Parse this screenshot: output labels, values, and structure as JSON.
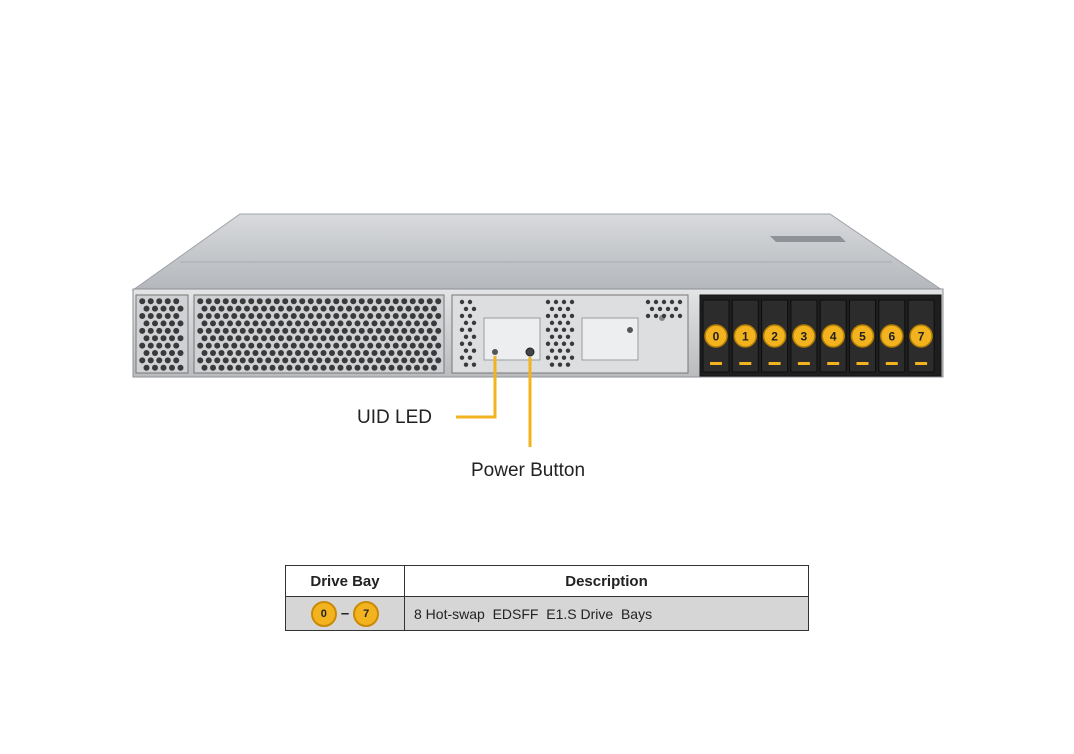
{
  "callouts": {
    "uid_led": "UID LED",
    "power_button": "Power Button"
  },
  "drive_bays": [
    "0",
    "1",
    "2",
    "3",
    "4",
    "5",
    "6",
    "7"
  ],
  "table": {
    "headers": {
      "drive_bay": "Drive Bay",
      "description": "Description"
    },
    "rows": [
      {
        "bay_start": "0",
        "bay_end": "7",
        "separator": "–",
        "description": "8 Hot-swap  EDSFF  E1.S Drive  Bays"
      }
    ]
  },
  "colors": {
    "accent": "#f2b31e",
    "callout_line": "#f2b31e",
    "chassis": "#c9ccd0",
    "drive_cage": "#1e1e1e"
  }
}
